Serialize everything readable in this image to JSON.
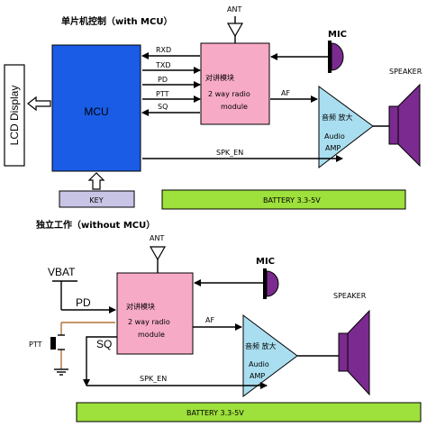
{
  "top": {
    "title": "单片机控制（with MCU）",
    "ant": "ANT",
    "mic": "MIC",
    "speaker": "SPEAKER",
    "lcd": "LCD Display",
    "mcu": "MCU",
    "key": "KEY",
    "radio_line1": "对讲模块",
    "radio_line2": "2 way radio",
    "radio_line3": "module",
    "amp_line1": "音频 放大",
    "amp_line2": "Audio",
    "amp_line3": "AMP",
    "signals": [
      "RXD",
      "TXD",
      "PD",
      "PTT",
      "SQ"
    ],
    "af": "AF",
    "spk_en": "SPK_EN",
    "battery": "BATTERY    3.3-5V"
  },
  "bottom": {
    "title": "独立工作（without MCU）",
    "ant": "ANT",
    "mic": "MIC",
    "speaker": "SPEAKER",
    "vbat": "VBAT",
    "pd": "PD",
    "ptt": "PTT",
    "sq": "SQ",
    "radio_line1": "对讲模块",
    "radio_line2": "2 way radio",
    "radio_line3": "module",
    "amp_line1": "音频 放大",
    "amp_line2": "Audio",
    "amp_line3": "AMP",
    "af": "AF",
    "spk_en": "SPK_EN",
    "battery": "BATTERY    3.3-5V"
  },
  "colors": {
    "mcu": "#1a5ce6",
    "radio": "#f7aac6",
    "amp": "#a9def0",
    "speaker": "#7b2a8f",
    "mic": "#7b2a8f",
    "battery": "#9ee03c",
    "key": "#c7c4e6",
    "arrow_fill": "#ffffff",
    "ptt_wire": "#b0703a"
  }
}
